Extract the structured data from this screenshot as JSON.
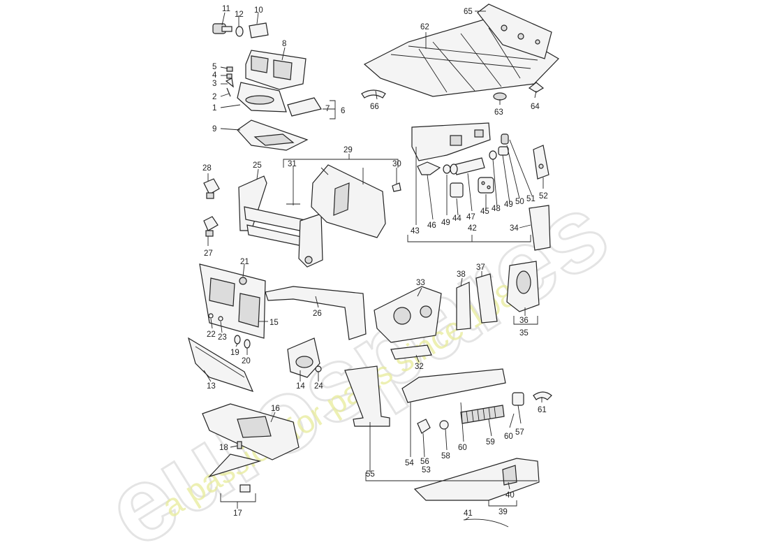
{
  "watermark": {
    "logo_text": "eurospares",
    "slogan": "a passion for parts since 1985",
    "slogan_color": "#e8ec9a",
    "logo_color": "#e4e4e4"
  },
  "callouts": {
    "c1": "1",
    "c2": "2",
    "c3": "3",
    "c4": "4",
    "c5": "5",
    "c6": "6",
    "c7": "7",
    "c8": "8",
    "c9": "9",
    "c10": "10",
    "c11": "11",
    "c12": "12",
    "c13": "13",
    "c14": "14",
    "c15": "15",
    "c16": "16",
    "c17": "17",
    "c18": "18",
    "c19": "19",
    "c20": "20",
    "c21": "21",
    "c22": "22",
    "c23": "23",
    "c24": "24",
    "c25": "25",
    "c26": "26",
    "c27": "27",
    "c28": "28",
    "c29": "29",
    "c30": "30",
    "c31": "31",
    "c32": "32",
    "c33": "33",
    "c34": "34",
    "c35": "35",
    "c36": "36",
    "c37": "37",
    "c38": "38",
    "c39": "39",
    "c40": "40",
    "c41": "41",
    "c42": "42",
    "c43": "43",
    "c44": "44",
    "c45": "45",
    "c46": "46",
    "c47": "47",
    "c48": "48",
    "c49a": "49",
    "c49b": "49",
    "c50": "50",
    "c51": "51",
    "c52": "52",
    "c53": "53",
    "c54": "54",
    "c55": "55",
    "c56": "56",
    "c57": "57",
    "c58": "58",
    "c59": "59",
    "c60a": "60",
    "c60b": "60",
    "c61": "61",
    "c62": "62",
    "c63": "63",
    "c64": "64",
    "c65": "65",
    "c66": "66"
  }
}
